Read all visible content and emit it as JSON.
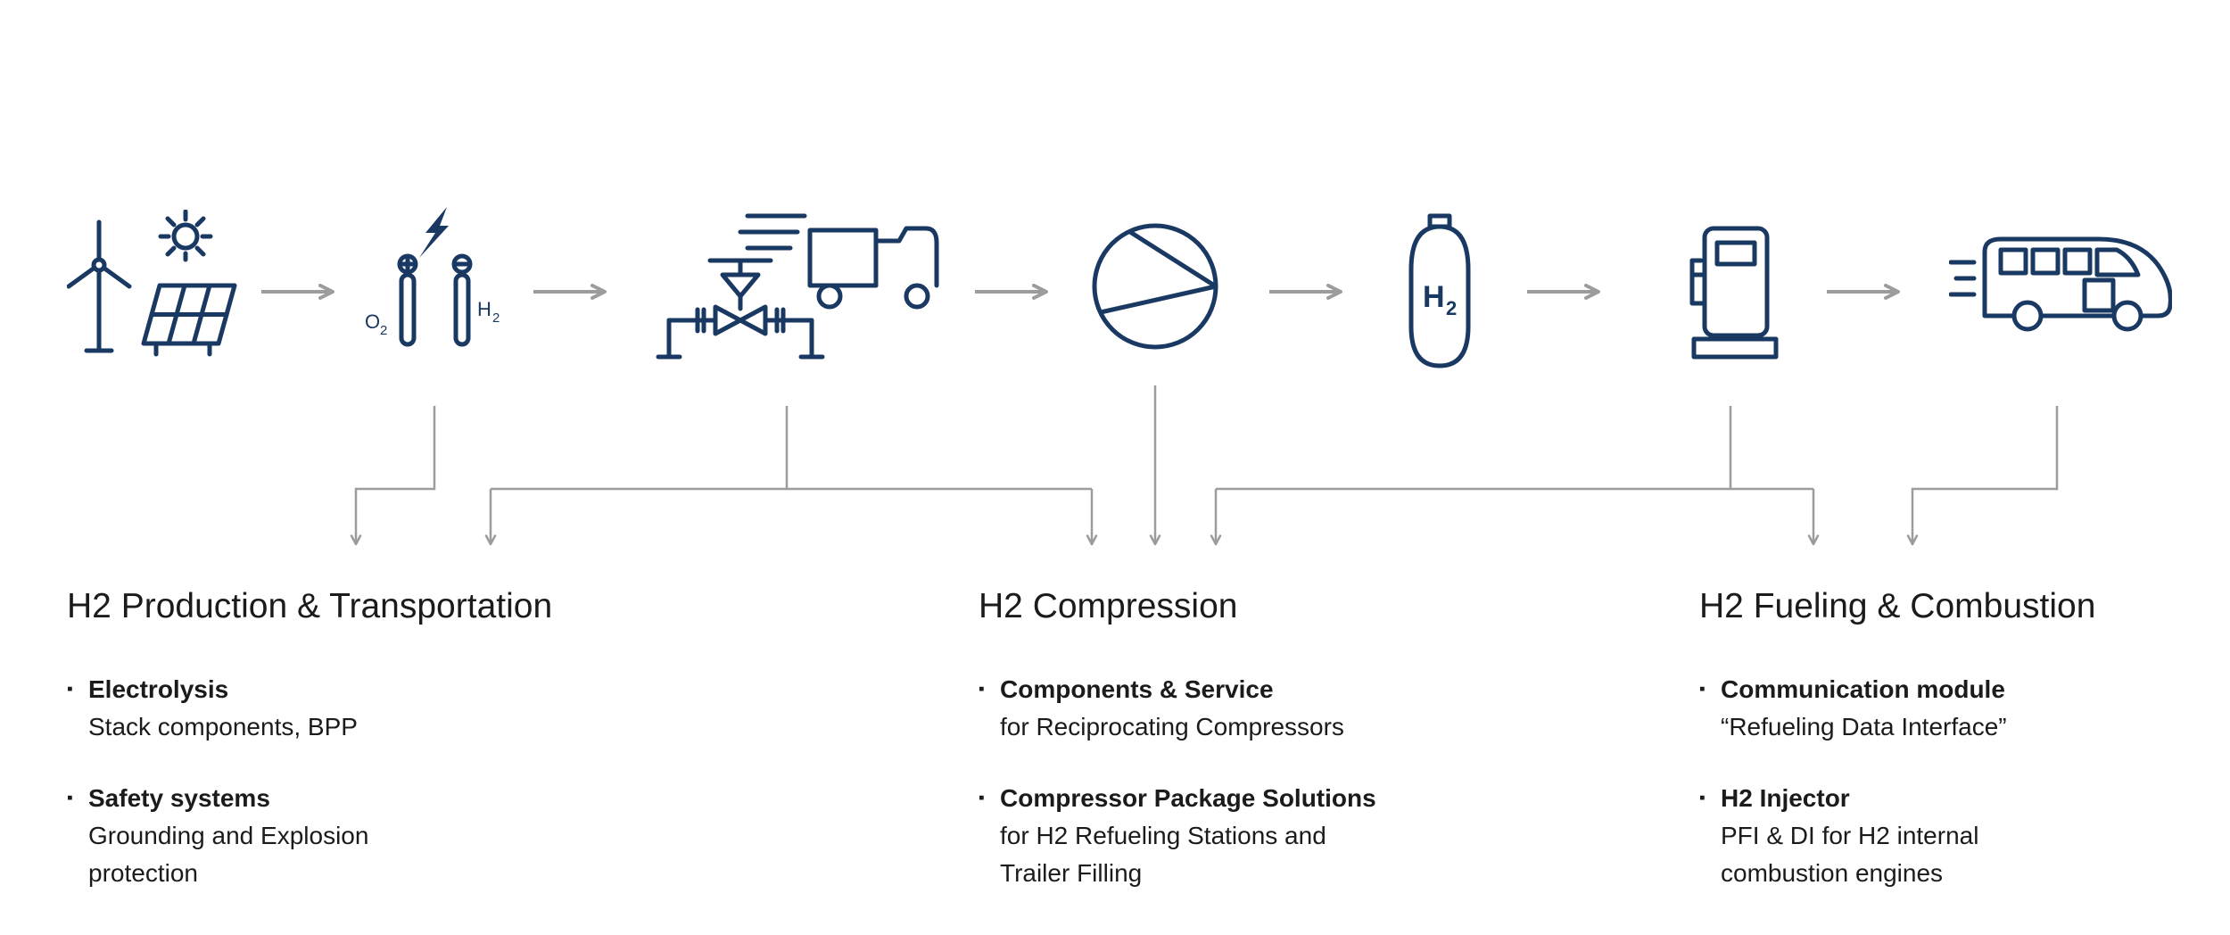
{
  "colors": {
    "icon": "#193862",
    "connector": "#9c9c9c",
    "text": "#1b1b1d",
    "background": "#ffffff"
  },
  "bullet_char": "▪",
  "flow": {
    "steps": [
      "wind-solar-icon",
      "electrolysis-icon",
      "valve-truck-icon",
      "compressor-icon",
      "h2-tank-icon",
      "fuel-dispenser-icon",
      "bus-icon"
    ]
  },
  "icon_labels": {
    "o2_base": "O",
    "o2_sub": "2",
    "h2_base": "H",
    "h2_sub": "2",
    "tank_base": "H",
    "tank_sub": "2"
  },
  "sections": [
    {
      "title": "H2 Production & Transportation",
      "items": [
        {
          "heading": "Electrolysis",
          "body": "Stack components, BPP"
        },
        {
          "heading": "Safety systems",
          "body": "Grounding and Explosion\nprotection"
        }
      ]
    },
    {
      "title": "H2 Compression",
      "items": [
        {
          "heading": "Components & Service",
          "body": "for Reciprocating Compressors"
        },
        {
          "heading": "Compressor Package Solutions",
          "body": "for H2 Refueling Stations and\nTrailer Filling"
        }
      ]
    },
    {
      "title": "H2 Fueling & Combustion",
      "items": [
        {
          "heading": "Communication module",
          "body": "“Refueling Data Interface”"
        },
        {
          "heading": "H2 Injector",
          "body": "PFI & DI for H2 internal\ncombustion engines"
        }
      ]
    }
  ]
}
